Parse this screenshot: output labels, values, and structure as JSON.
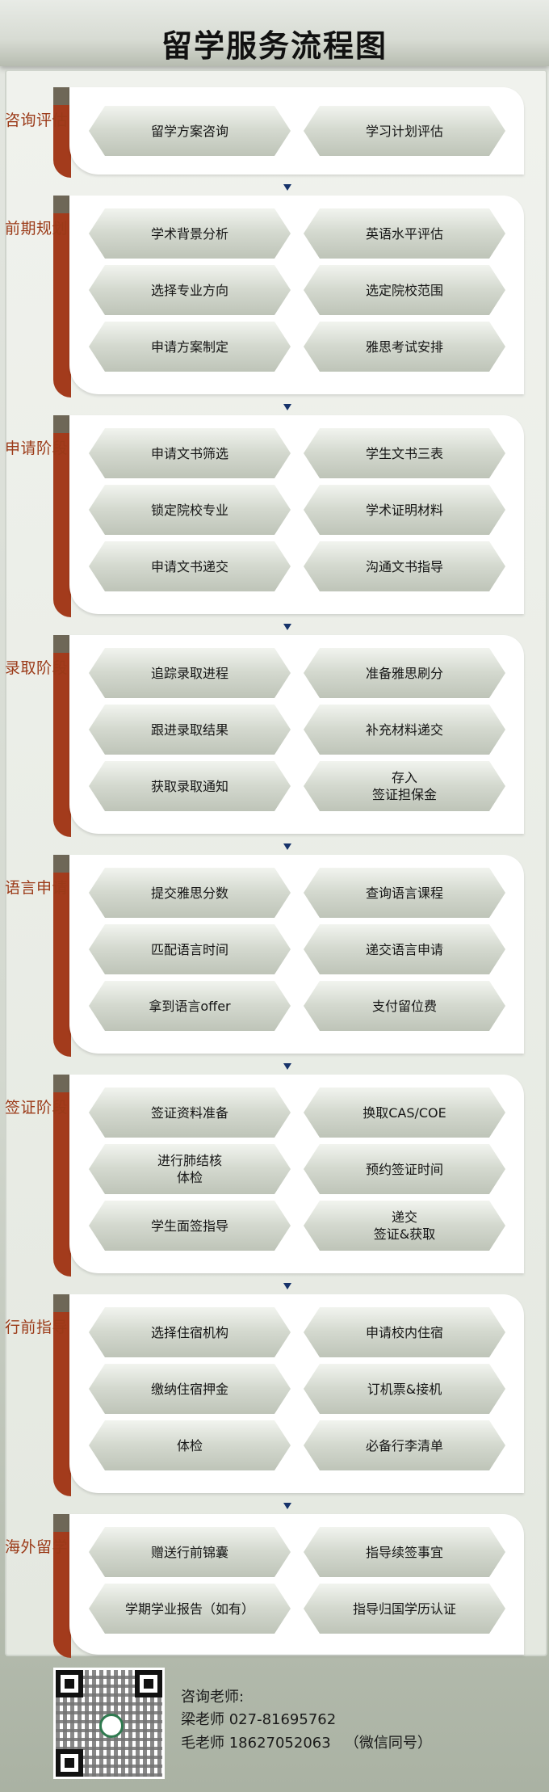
{
  "title": "留学服务流程图",
  "sections": [
    {
      "label": "咨询评估",
      "items": [
        "留学方案咨询",
        "学习计划评估"
      ]
    },
    {
      "label": "前期规划",
      "items": [
        "学术背景分析",
        "英语水平评估",
        "选择专业方向",
        "选定院校范围",
        "申请方案制定",
        "雅思考试安排"
      ]
    },
    {
      "label": "申请阶段",
      "items": [
        "申请文书筛选",
        "学生文书三表",
        "锁定院校专业",
        "学术证明材料",
        "申请文书递交",
        "沟通文书指导"
      ]
    },
    {
      "label": "录取阶段",
      "items": [
        "追踪录取进程",
        "准备雅思刷分",
        "跟进录取结果",
        "补充材料递交",
        "获取录取通知",
        "存入\n签证担保金"
      ]
    },
    {
      "label": "语言申请",
      "items": [
        "提交雅思分数",
        "查询语言课程",
        "匹配语言时间",
        "递交语言申请",
        "拿到语言offer",
        "支付留位费"
      ]
    },
    {
      "label": "签证阶段",
      "items": [
        "签证资料准备",
        "换取CAS/COE",
        "进行肺结核\n体检",
        "预约签证时间",
        "学生面签指导",
        "递交\n签证&获取"
      ]
    },
    {
      "label": "行前指导",
      "items": [
        "选择住宿机构",
        "申请校内住宿",
        "缴纳住宿押金",
        "订机票&接机",
        "体检",
        "必备行李清单"
      ]
    },
    {
      "label": "海外留学",
      "items": [
        "赠送行前锦囊",
        "指导续签事宜",
        "学期学业报告（如有）",
        "指导归国学历认证"
      ]
    }
  ],
  "contact": {
    "heading": "咨询老师:",
    "line1": "梁老师 027-81695762",
    "line2": "毛老师 18627052063   （微信同号）"
  },
  "colors": {
    "accent_red": "#a33b1c",
    "olive": "#6e6757",
    "arrow": "#17336a"
  }
}
